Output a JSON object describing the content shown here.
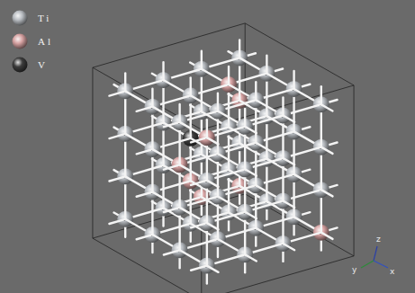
{
  "diagram": {
    "labels": [
      "z",
      "y",
      "x"
    ],
    "legend": [
      {
        "text": "Ti",
        "color": "#b8bcc1"
      },
      {
        "text": "Al",
        "color": "#d6a2a2"
      },
      {
        "text": "V",
        "color": "#3c3c3c"
      }
    ]
  }
}
